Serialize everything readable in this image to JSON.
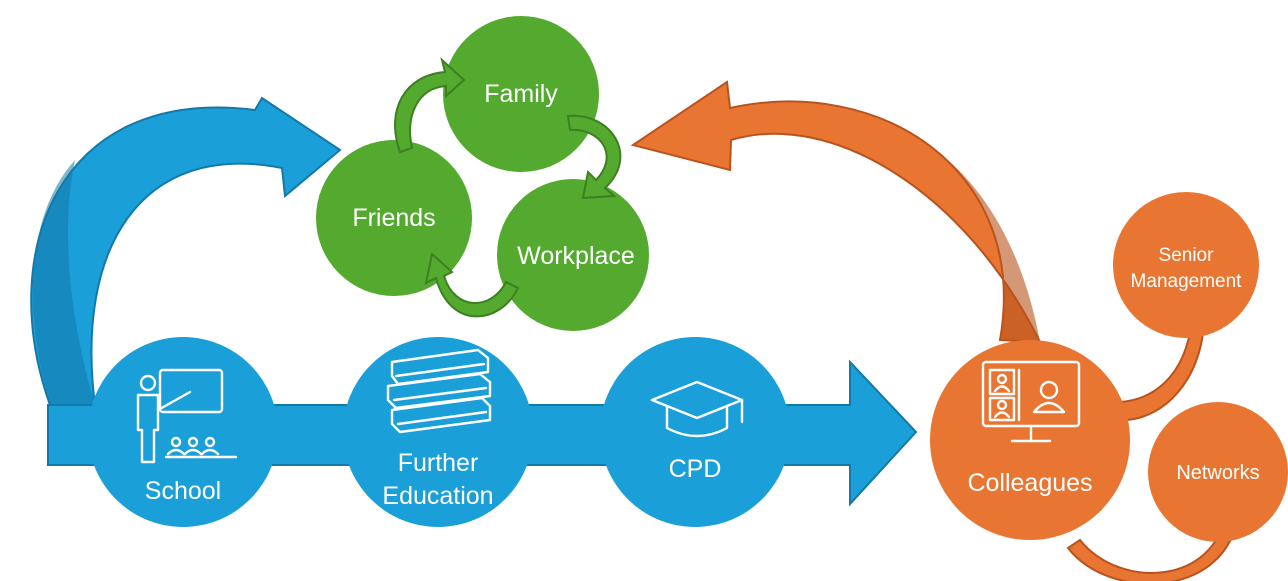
{
  "colors": {
    "blue": "#1a9fd9",
    "blue_dark": "#1478a8",
    "green": "#54a92f",
    "green_dark": "#3d7f21",
    "orange": "#e87632",
    "orange_dark": "#b9531d"
  },
  "education_path": {
    "school": {
      "label": "School",
      "icon": "teacher-classroom-icon"
    },
    "further_education": {
      "label_line1": "Further",
      "label_line2": "Education",
      "icon": "books-stack-icon"
    },
    "cpd": {
      "label": "CPD",
      "icon": "graduation-cap-icon"
    }
  },
  "support_cycle": {
    "family": {
      "label": "Family"
    },
    "friends": {
      "label": "Friends"
    },
    "workplace": {
      "label": "Workplace"
    }
  },
  "professional": {
    "colleagues": {
      "label": "Colleagues",
      "icon": "video-meeting-icon"
    },
    "senior_management": {
      "label_line1": "Senior",
      "label_line2": "Management"
    },
    "networks": {
      "label": "Networks"
    }
  }
}
